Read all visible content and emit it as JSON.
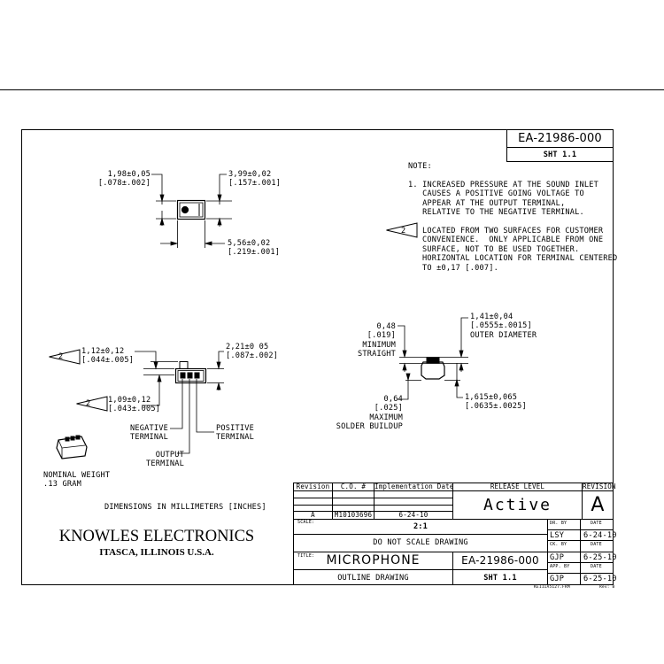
{
  "drawing_number": "EA-21986-000",
  "sheet": "SHT 1.1",
  "note": {
    "heading": "NOTE:",
    "item1": "1. INCREASED PRESSURE AT THE SOUND INLET\n   CAUSES A POSITIVE GOING VOLTAGE TO\n   APPEAR AT THE OUTPUT TERMINAL,\n   RELATIVE TO THE NEGATIVE TERMINAL.",
    "item2_flag": "2",
    "item2": "LOCATED FROM TWO SURFACES FOR CUSTOMER\nCONVENIENCE.  ONLY APPLICABLE FROM ONE\nSURFACE, NOT TO BE USED TOGETHER.\nHORIZONTAL LOCATION FOR TERMINAL CENTERED\nTO ±0,17 [.007]."
  },
  "dims": {
    "d1": "1,98±0,05\n[.078±.002]",
    "d2": "3,99±0,02\n[.157±.001]",
    "d3": "5,56±0,02\n[.219±.001]",
    "d4": "1,12±0,12\n[.044±.005]",
    "d5": "2,21±0 05\n[.087±.002]",
    "d6": "1,09±0,12\n[.043±.005]",
    "d7": "1,41±0,04\n[.0555±.0015]\nOUTER DIAMETER",
    "d8": "0,48\n[.019]\nMINIMUM\nSTRAIGHT",
    "d9": "0,64\n[.025]\nMAXIMUM\nSOLDER BUILDUP",
    "d10": "1,615±0,065\n[.0635±.0025]"
  },
  "flag_label": "2",
  "terminals": {
    "negative": "NEGATIVE\nTERMINAL",
    "positive": "POSITIVE\nTERMINAL",
    "output": "OUTPUT\nTERMINAL"
  },
  "nominal_weight": "NOMINAL WEIGHT\n.13 GRAM",
  "units_note": "DIMENSIONS IN MILLIMETERS [INCHES]",
  "company": {
    "name": "KNOWLES ELECTRONICS",
    "location": "ITASCA, ILLINOIS U.S.A."
  },
  "revision_table": {
    "headers": [
      "Revision",
      "C.O. #",
      "Implementation Date"
    ],
    "row": [
      "A",
      "M10103696",
      "6-24-10"
    ]
  },
  "release": {
    "header": "RELEASE LEVEL",
    "value": "Active",
    "rev_header": "REVISION",
    "rev_value": "A"
  },
  "title_block": {
    "scale_label": "SCALE:",
    "scale_value": "2:1",
    "no_scale": "DO NOT SCALE DRAWING",
    "title_label": "TITLE:",
    "title": "MICROPHONE",
    "subtitle": "OUTLINE DRAWING",
    "drawing_number": "EA-21986-000",
    "sheet": "SHT 1.1",
    "sign": [
      {
        "label": "DR. BY",
        "date_label": "DATE",
        "by": "LSY",
        "date": "6-24-10"
      },
      {
        "label": "CK. BY",
        "date_label": "DATE",
        "by": "GJP",
        "date": "6-25-10"
      },
      {
        "label": "APP. BY",
        "date_label": "DATE",
        "by": "GJP",
        "date": "6-25-10"
      }
    ],
    "footer_left": "KE11IA5127.FRM",
    "footer_right": "Rev: B"
  }
}
